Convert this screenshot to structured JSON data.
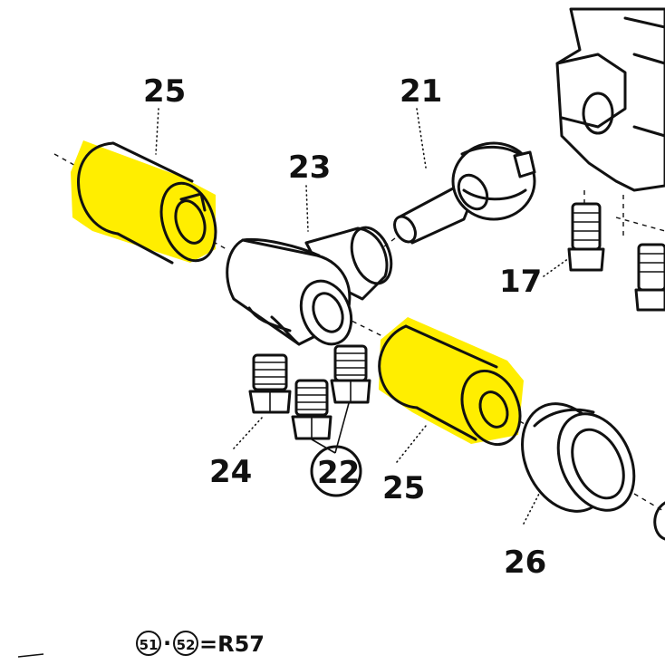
{
  "diagram": {
    "highlight_color": "#ffee00",
    "ink_color": "#111111",
    "labels": {
      "part_25_top": "25",
      "part_21": "21",
      "part_23": "23",
      "part_17": "17",
      "part_24": "24",
      "part_22": "22",
      "part_25_bottom": "25",
      "part_26": "26"
    },
    "footnote": {
      "left_ref": "51",
      "separator": "·",
      "right_ref": "52",
      "equals_value": "=R57"
    }
  }
}
